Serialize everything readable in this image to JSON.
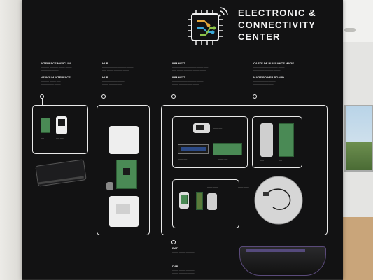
{
  "board": {
    "title": "ELECTRONIC &\nCONNECTIVITY\nCENTER"
  },
  "sections": [
    {
      "id": "interface",
      "title": "INTERFACE NAVICLIM",
      "subtitle": "NAVICLIM INTERFACE"
    },
    {
      "id": "hub",
      "title": "HUB",
      "subtitle": "HUB"
    },
    {
      "id": "ihm",
      "title": "IHM NEXT",
      "subtitle": "IHM NEXT"
    },
    {
      "id": "carte",
      "title": "CARTE DE PUISSANCE MAGE",
      "subtitle": "MAGE POWER BOARD"
    },
    {
      "id": "dap",
      "title": "DAP",
      "subtitle": "DAP"
    }
  ]
}
